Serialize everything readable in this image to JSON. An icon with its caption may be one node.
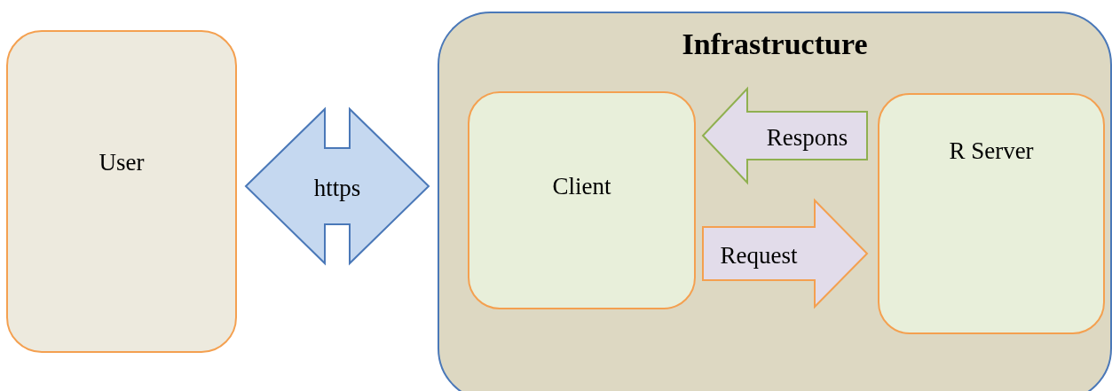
{
  "diagram": {
    "nodes": [
      {
        "text": [
          "User"
        ]
      },
      {
        "text": [
          "Infrastructure"
        ]
      },
      {
        "text": [
          "Client"
        ],
        "in": 1
      },
      {
        "text": [
          "R Server"
        ],
        "in": 1
      }
    ],
    "edges": [
      {
        "from": 0,
        "to": 1,
        "arrow": "both",
        "label": "https",
        "color": "#4a78b8"
      },
      {
        "from": 3,
        "to": 2,
        "arrow": "to",
        "label": "Respons",
        "color": "#8fb050"
      },
      {
        "from": 2,
        "to": 3,
        "arrow": "to",
        "label": "Request"
      }
    ]
  }
}
